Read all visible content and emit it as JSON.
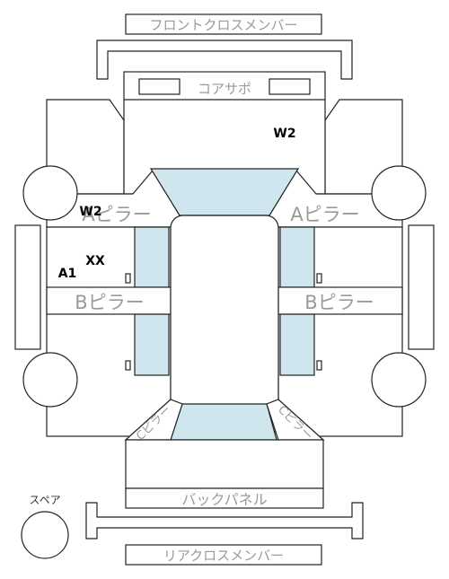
{
  "labels": {
    "front_cross_member": "フロントクロスメンバー",
    "core_support": "コアサポ",
    "a_pillar_left": "Aピラー",
    "a_pillar_right": "Aピラー",
    "b_pillar_left": "Bピラー",
    "b_pillar_right": "Bピラー",
    "c_pillar_left": "Cピラー",
    "c_pillar_right": "Cピラー",
    "back_panel": "バックパネル",
    "rear_cross_member": "リアクロスメンバー",
    "spare": "スペア"
  },
  "markers": {
    "w2_top": "W2",
    "w2_left": "W2",
    "xx": "XX",
    "a1": "A1"
  },
  "colors": {
    "glass": "#cfe6ee",
    "label_gray": "#9a9a9a",
    "line": "#222222"
  }
}
